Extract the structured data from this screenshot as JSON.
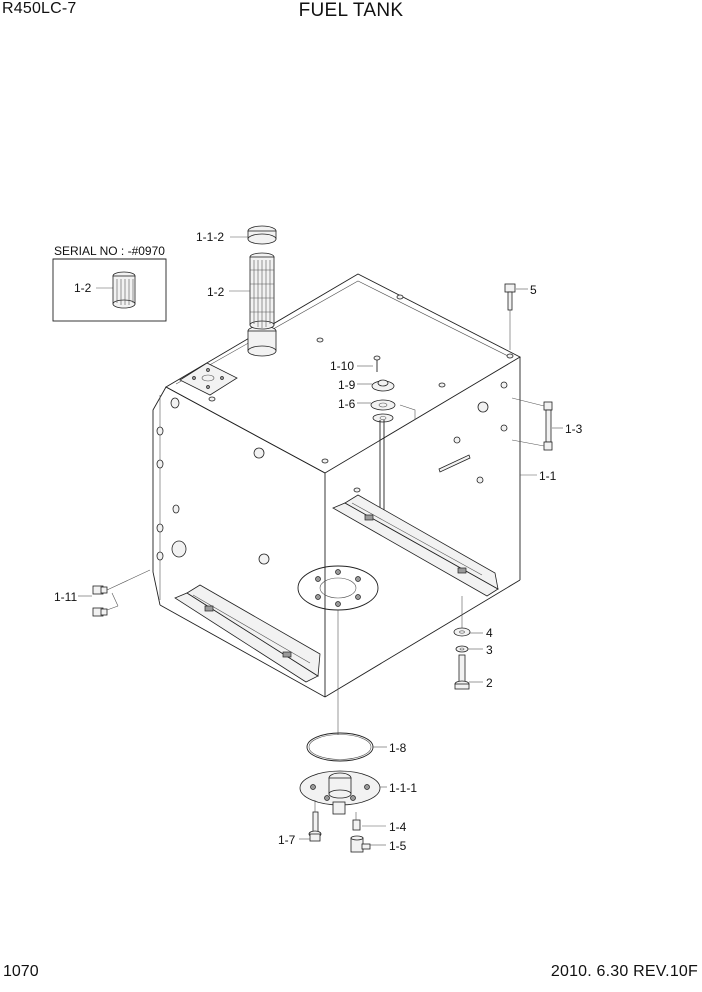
{
  "header": {
    "model": "R450LC-7",
    "title": "FUEL TANK"
  },
  "footer": {
    "page": "1070",
    "revision": "2010. 6.30  REV.10F"
  },
  "inset": {
    "serial_label": "SERIAL NO : -#0970",
    "part": "1-2"
  },
  "callouts": {
    "c_1_1_2": "1-1-2",
    "c_1_2": "1-2",
    "c_5": "5",
    "c_1_10": "1-10",
    "c_1_9": "1-9",
    "c_1_6": "1-6",
    "c_1_3": "1-3",
    "c_1_1": "1-1",
    "c_1_11": "1-11",
    "c_4": "4",
    "c_3": "3",
    "c_2": "2",
    "c_1_8": "1-8",
    "c_1_1_1": "1-1-1",
    "c_1_4": "1-4",
    "c_1_7": "1-7",
    "c_1_5": "1-5"
  }
}
